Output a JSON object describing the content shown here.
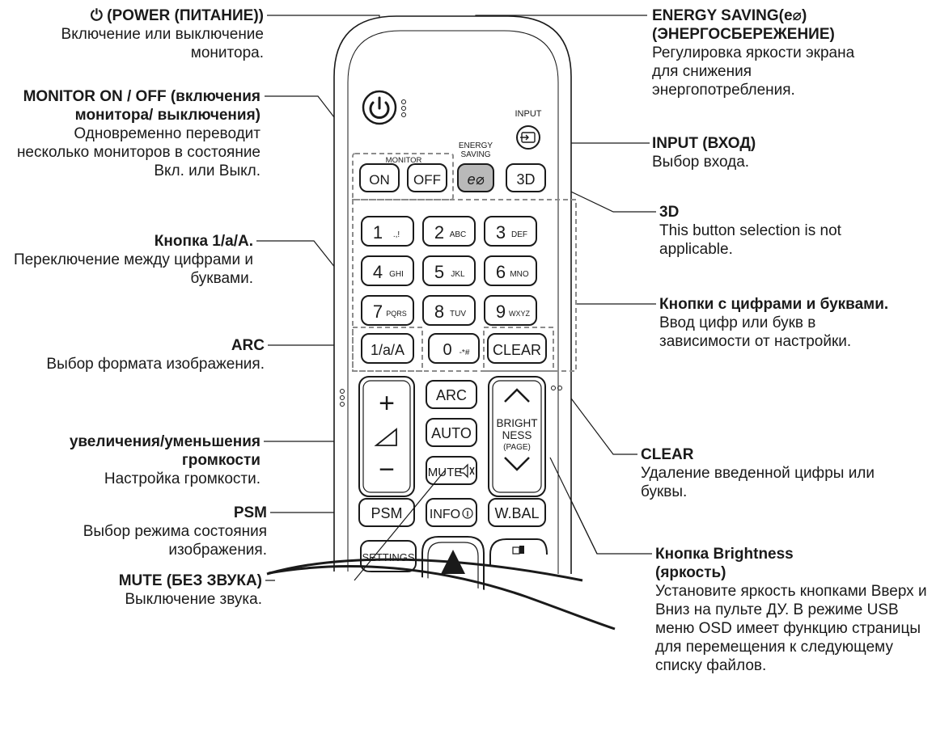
{
  "labels": {
    "power": {
      "title": "⏻ (POWER (ПИТАНИЕ))",
      "desc": "Включение или выключение монитора."
    },
    "monitor": {
      "title": "MONITOR ON / OFF (включения монитора/ выключения)",
      "desc": "Одновременно переводит несколько мониторов в состояние Вкл. или Выкл."
    },
    "key1aA": {
      "title": "Кнопка 1/a/A.",
      "desc": "Переключение между цифрами и буквами."
    },
    "arc": {
      "title": "ARC",
      "desc": "Выбор формата изображения."
    },
    "volume": {
      "title": "увеличения/уменьшения громкости",
      "desc": "Настройка громкости."
    },
    "psm": {
      "title": "PSM",
      "desc": "Выбор режима состояния изображения."
    },
    "mute": {
      "title": "MUTE (БЕЗ ЗВУКА)",
      "desc": "Выключение звука."
    },
    "energy": {
      "title": "ENERGY SAVING(e⌀) (ЭНЕРГОСБЕРЕЖЕНИЕ)",
      "desc": "Регулировка яркости экрана для снижения энергопотребления."
    },
    "input": {
      "title": "INPUT (ВХОД)",
      "desc": "Выбор входа."
    },
    "threeD": {
      "title": "3D",
      "desc": "This button selection is not applicable."
    },
    "digits": {
      "title": "Кнопки с цифрами и буквами.",
      "desc": "Ввод цифр или букв в зависимости от настройки."
    },
    "clear": {
      "title": "CLEAR",
      "desc": "Удаление введенной цифры или буквы."
    },
    "brightness": {
      "title": "Кнопка Brightness (яркость)",
      "desc": "Установите яркость кнопками Вверх и Вниз на пульте ДУ. В режиме USB меню OSD имеет функцию страницы для перемещения к следующему списку файлов."
    }
  },
  "remote": {
    "input_caption": "INPUT",
    "energy_caption_1": "ENERGY",
    "energy_caption_2": "SAVING",
    "monitor_caption": "MONITOR",
    "on": "ON",
    "off": "OFF",
    "energy_key": "e⌀",
    "three_d": "3D",
    "keys": [
      {
        "main": "1",
        "sub": ".,!"
      },
      {
        "main": "2",
        "sub": "ABC"
      },
      {
        "main": "3",
        "sub": "DEF"
      },
      {
        "main": "4",
        "sub": "GHI"
      },
      {
        "main": "5",
        "sub": "JKL"
      },
      {
        "main": "6",
        "sub": "MNO"
      },
      {
        "main": "7",
        "sub": "PQRS"
      },
      {
        "main": "8",
        "sub": "TUV"
      },
      {
        "main": "9",
        "sub": "WXYZ"
      }
    ],
    "key_1aA": "1/a/A",
    "key_0": "0",
    "key_0_sub": "-*#",
    "clear": "CLEAR",
    "arc": "ARC",
    "auto": "AUTO",
    "mute": "MUTE",
    "bright_1": "BRIGHT",
    "bright_2": "NESS",
    "bright_3": "(PAGE)",
    "psm": "PSM",
    "info": "INFO",
    "wbal": "W.BAL",
    "settings": "SETTINGS",
    "vol_plus": "+",
    "vol_minus": "−"
  },
  "colors": {
    "ink": "#1a1a1a",
    "energy_key": "#b9b9b9",
    "dashed": "#8c8c8c"
  }
}
